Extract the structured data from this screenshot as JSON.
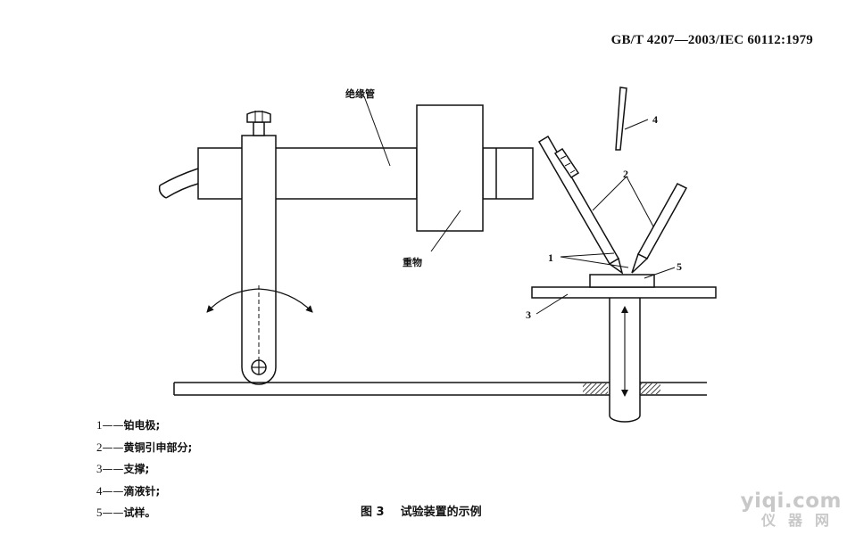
{
  "header": {
    "standard_code": "GB/T 4207—2003/IEC 60112:1979"
  },
  "diagram": {
    "labels": {
      "insulating_tube": "绝缘管",
      "weight": "重物",
      "n1": "1",
      "n2": "2",
      "n3": "3",
      "n4": "4",
      "n5": "5"
    }
  },
  "legend": {
    "items": [
      {
        "num": "1",
        "dash": "——",
        "text": "铂电极;"
      },
      {
        "num": "2",
        "dash": "——",
        "text": "黄铜引申部分;"
      },
      {
        "num": "3",
        "dash": "——",
        "text": "支撑;"
      },
      {
        "num": "4",
        "dash": "——",
        "text": "滴液针;"
      },
      {
        "num": "5",
        "dash": "——",
        "text": "试样。"
      }
    ]
  },
  "caption": {
    "figure_no": "图 3",
    "title": "试验装置的示例"
  },
  "watermark": {
    "line1": "yiqi.com",
    "line2": "仪器网"
  }
}
